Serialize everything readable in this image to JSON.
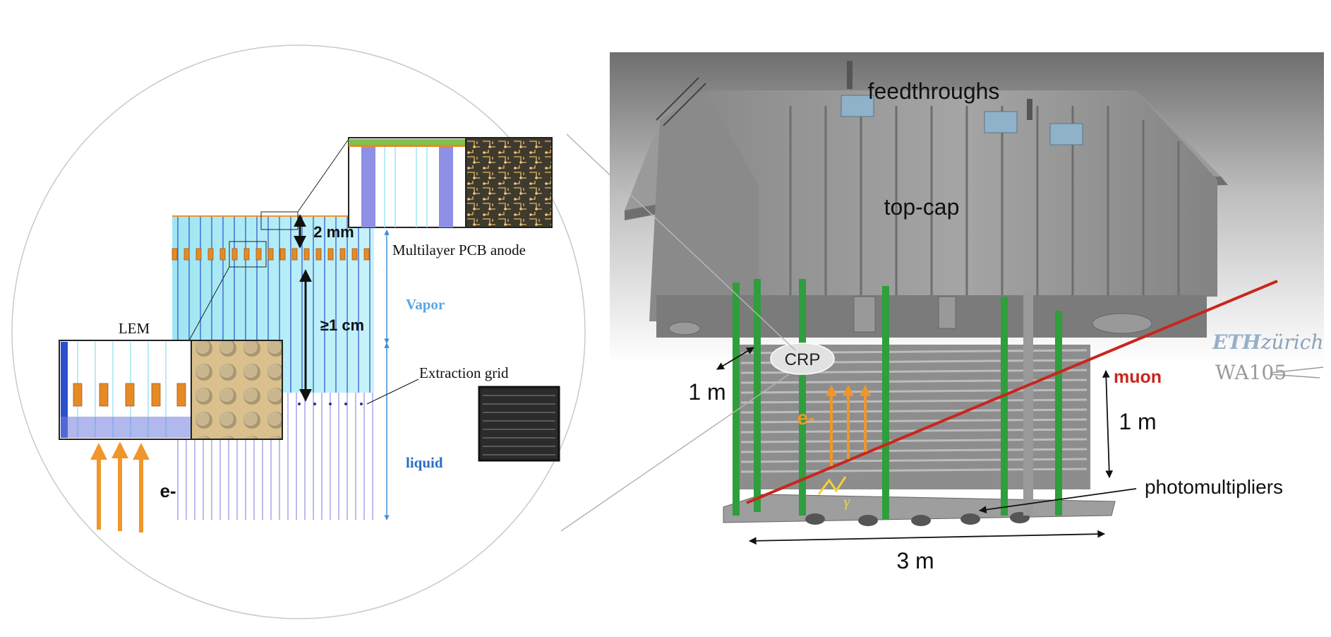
{
  "zoom_panel": {
    "lem_label": "LEM",
    "gap_top": "2 mm",
    "gap_lem_grid": "≥1 cm",
    "anode_label": "Multilayer PCB anode",
    "vapor_label": "Vapor",
    "grid_label": "Extraction grid",
    "liquid_label": "liquid",
    "electron_label": "e-"
  },
  "detector": {
    "feedthroughs_label": "feedthroughs",
    "topcap_label": "top-cap",
    "crp_label": "CRP",
    "depth_label": "1 m",
    "height_label": "1 m",
    "width_label": "3 m",
    "muon_label": "muon",
    "electron_label": "e-",
    "gamma_label": "γ",
    "pmt_label": "photomultipliers"
  },
  "logos": {
    "eth": "ETH",
    "eth_suffix": "zürich",
    "wa105": "WA105"
  },
  "colors": {
    "electron_arrow": "#f0962a",
    "muon": "#c8261d",
    "vapor": "#5aa7e6",
    "liquid": "#2a6fc4",
    "frame_green": "#2f9e3c"
  }
}
